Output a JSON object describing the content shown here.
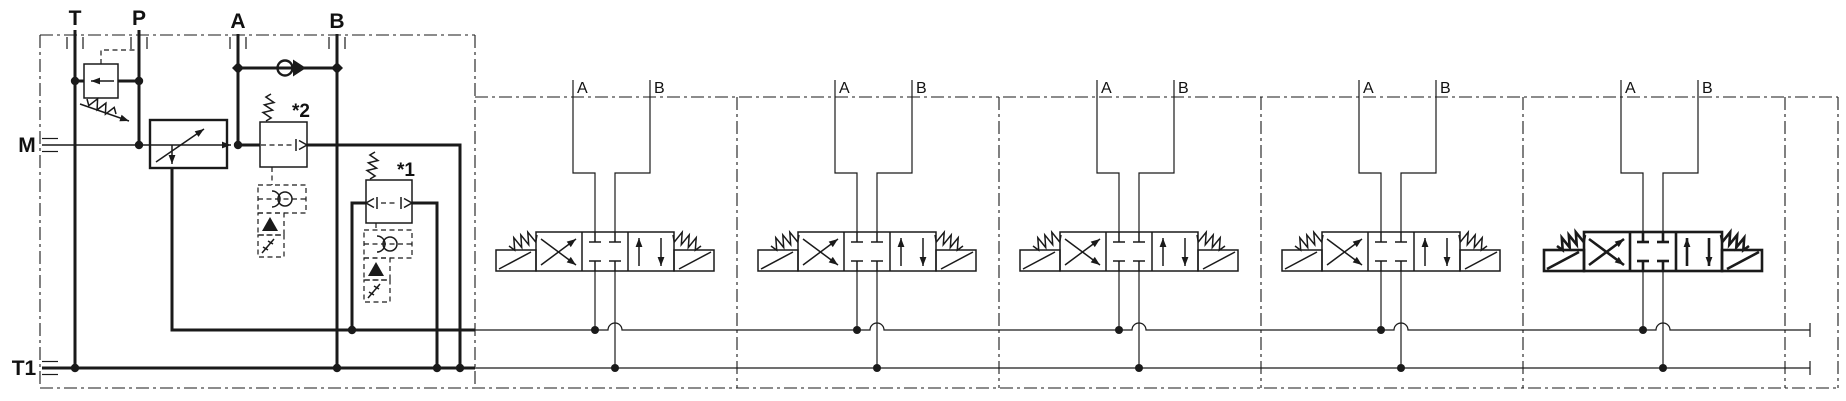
{
  "inlet": {
    "port_t": "T",
    "port_p": "P",
    "port_a": "A",
    "port_b": "B",
    "port_m": "M",
    "port_t1": "T1",
    "relief_1_label": "*1",
    "relief_2_label": "*2"
  },
  "sections": [
    {
      "port_a": "A",
      "port_b": "B"
    },
    {
      "port_a": "A",
      "port_b": "B"
    },
    {
      "port_a": "A",
      "port_b": "B"
    },
    {
      "port_a": "A",
      "port_b": "B"
    },
    {
      "port_a": "A",
      "port_b": "B"
    }
  ],
  "colors": {
    "line": "#1a1a1a",
    "background": "#ffffff"
  }
}
